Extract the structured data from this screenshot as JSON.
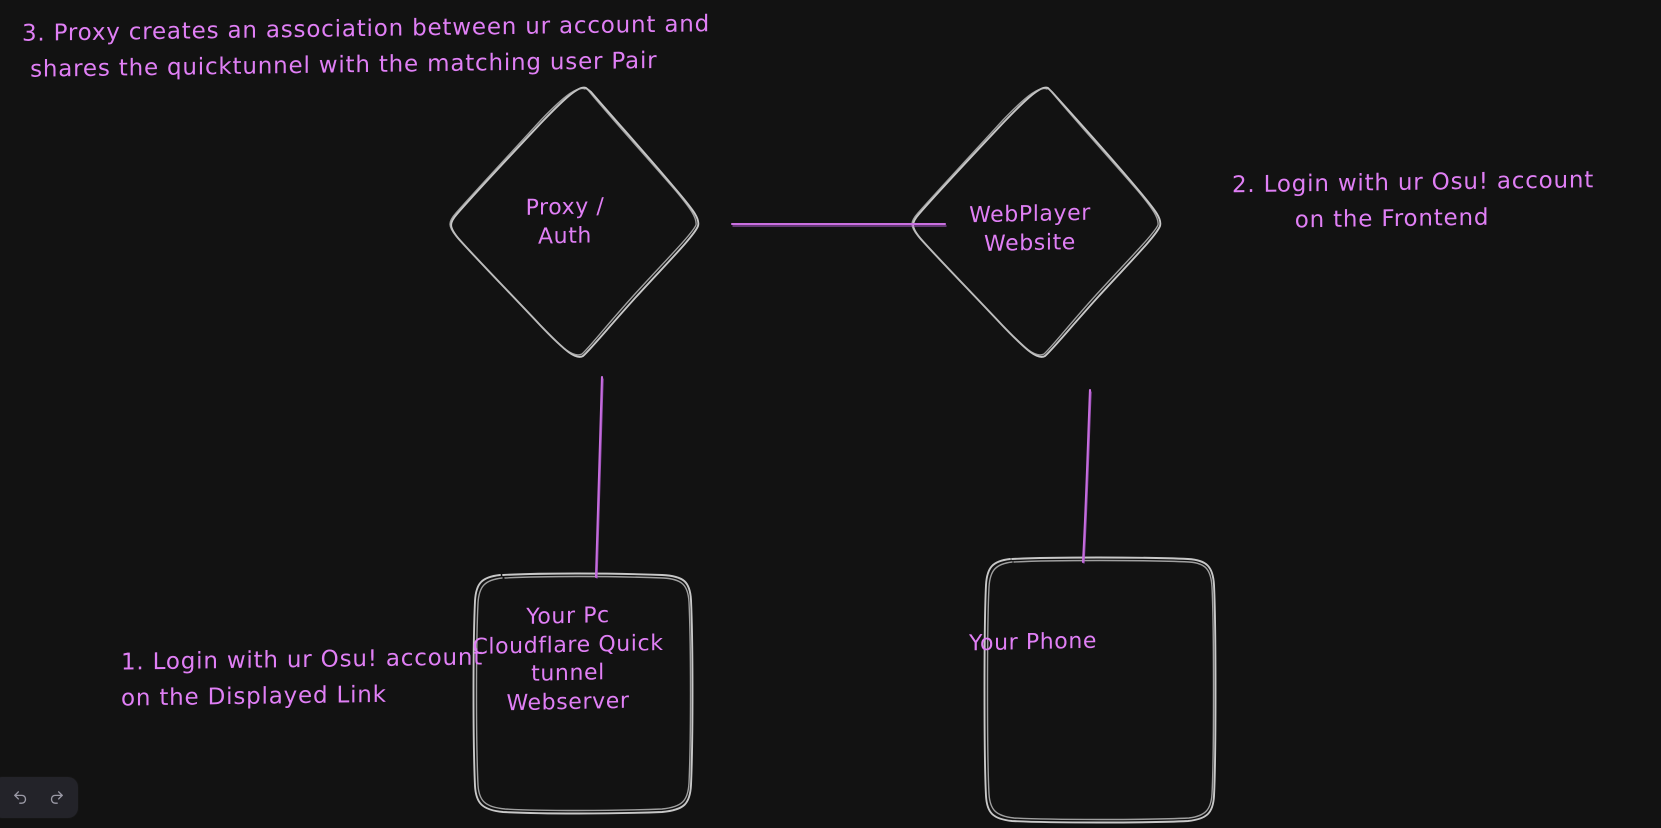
{
  "canvas": {
    "background_color": "#121212",
    "stroke_color": "#c8c8c8",
    "connector_color": "#c96fe0",
    "text_color": "#e07ff5"
  },
  "nodes": [
    {
      "id": "proxy-auth",
      "shape": "diamond",
      "lines": [
        "Proxy /",
        "Auth"
      ],
      "text": "Proxy /\nAuth"
    },
    {
      "id": "webplayer-website",
      "shape": "diamond",
      "lines": [
        "WebPlayer",
        "Website"
      ],
      "text": "WebPlayer\nWebsite"
    },
    {
      "id": "your-pc",
      "shape": "rounded-rectangle",
      "lines": [
        "Your Pc",
        "Cloudflare Quick",
        "tunnel",
        "Webserver"
      ],
      "text": "Your Pc\nCloudflare Quick\ntunnel\nWebserver"
    },
    {
      "id": "your-phone",
      "shape": "rounded-rectangle",
      "lines": [
        "Your Phone"
      ],
      "text": "Your Phone"
    }
  ],
  "notes": {
    "step1": {
      "text": "1. Login with ur Osu! account\non the Displayed Link"
    },
    "step2": {
      "text": "2. Login with ur Osu! account\non the Frontend"
    },
    "step3": {
      "text": "3. Proxy creates an association between ur account and\n shares the quicktunnel with the matching user Pair"
    }
  },
  "connectors": [
    {
      "id": "proxy-to-webplayer",
      "from": "proxy-auth",
      "to": "webplayer-website"
    },
    {
      "id": "proxy-to-your-pc",
      "from": "proxy-auth",
      "to": "your-pc"
    },
    {
      "id": "webplayer-to-your-phone",
      "from": "webplayer-website",
      "to": "your-phone"
    }
  ],
  "toolbar": {
    "undo": {
      "label": "Undo",
      "icon": "undo-icon"
    },
    "redo": {
      "label": "Redo",
      "icon": "redo-icon"
    }
  }
}
